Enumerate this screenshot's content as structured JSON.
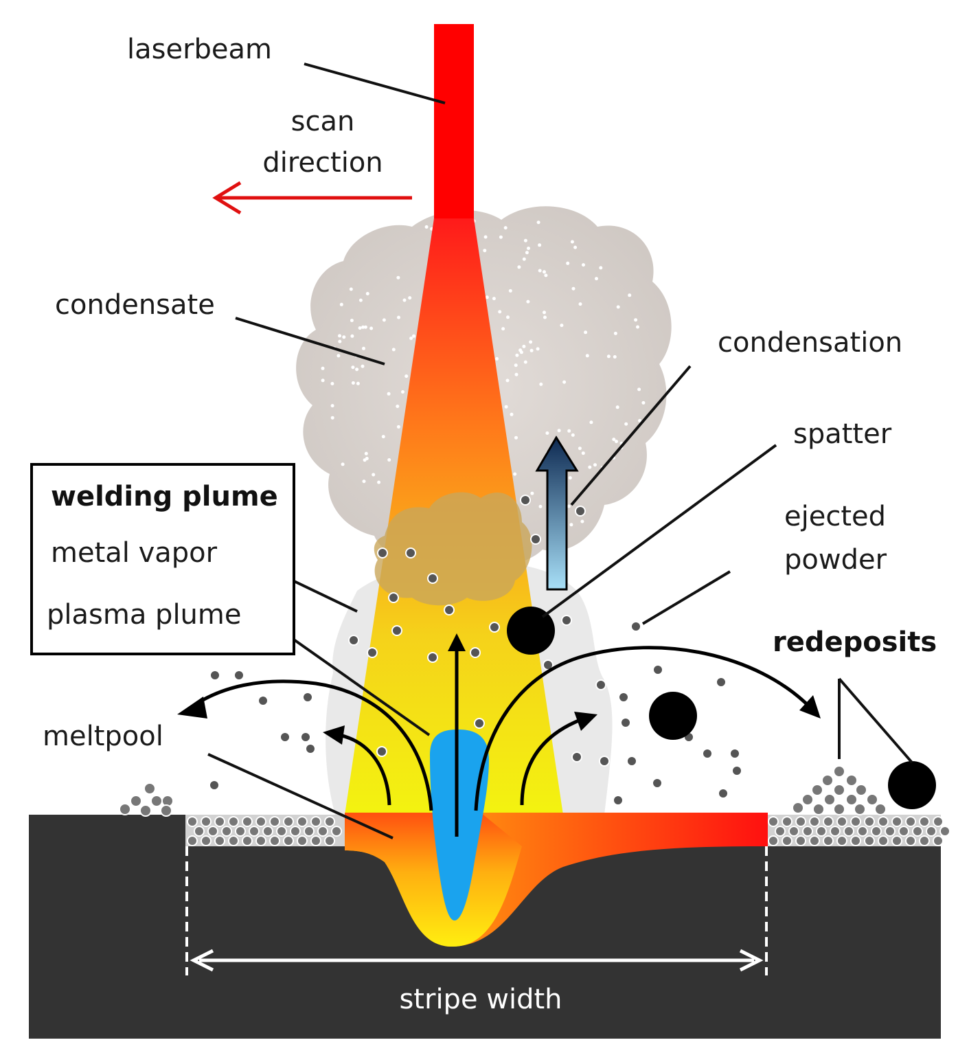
{
  "labels": {
    "laserbeam": "laserbeam",
    "scan_line1": "scan",
    "scan_line2": "direction",
    "condensate": "condensate",
    "condensation": "condensation",
    "spatter": "spatter",
    "ejected_line1": "ejected",
    "ejected_line2": "powder",
    "redeposits": "redeposits",
    "meltpool": "meltpool",
    "stripe_width": "stripe width"
  },
  "legend": {
    "title": "welding plume",
    "item1": "metal vapor",
    "item2": "plasma plume"
  },
  "colors": {
    "laser": "#ff0000",
    "scan_arrow": "#e01010",
    "substrate": "#333333",
    "powder_bed": "#d2d2d2",
    "particle": "#555555",
    "keyhole": "#1aa3ee",
    "plasma": "#f2f20a",
    "condensate_cloud": "#d8d2ce",
    "condensation_arrow_top": "#0e2a52",
    "condensation_arrow_bottom": "#9ad8f5"
  }
}
